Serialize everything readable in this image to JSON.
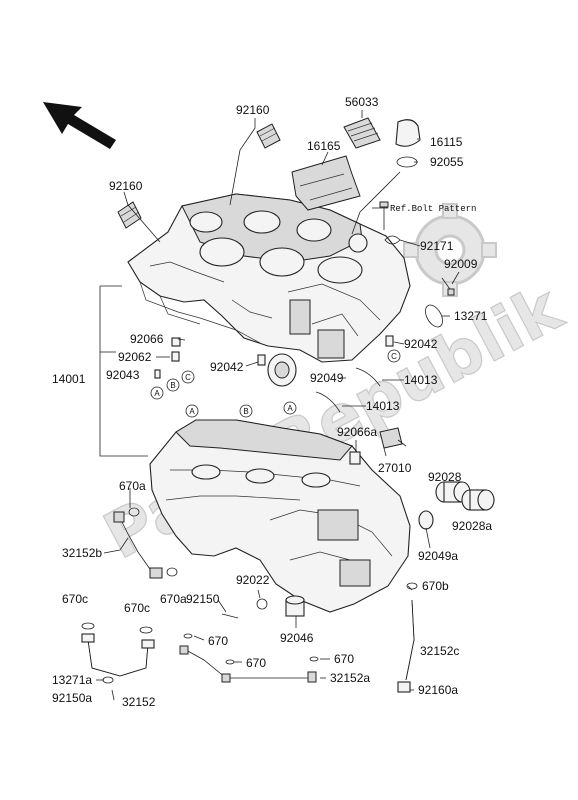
{
  "watermark": "PartsRepublik",
  "ref_note": "Ref.Bolt Pattern",
  "labels": [
    "92160",
    "56033",
    "16165",
    "16115",
    "92055",
    "92160",
    "92171",
    "92009",
    "13271",
    "14001",
    "92066",
    "92062",
    "92043",
    "92042",
    "92042",
    "92049",
    "14013",
    "14013",
    "92066a",
    "27010",
    "92028",
    "92028a",
    "670a",
    "32152b",
    "670a",
    "92049a",
    "92022",
    "92150",
    "670b",
    "670c",
    "670c",
    "670",
    "92046",
    "670",
    "670",
    "32152c",
    "13271a",
    "92150a",
    "32152",
    "32152a",
    "92160a"
  ],
  "circled_letters": [
    "A",
    "B",
    "C",
    "C",
    "A",
    "B",
    "A"
  ]
}
